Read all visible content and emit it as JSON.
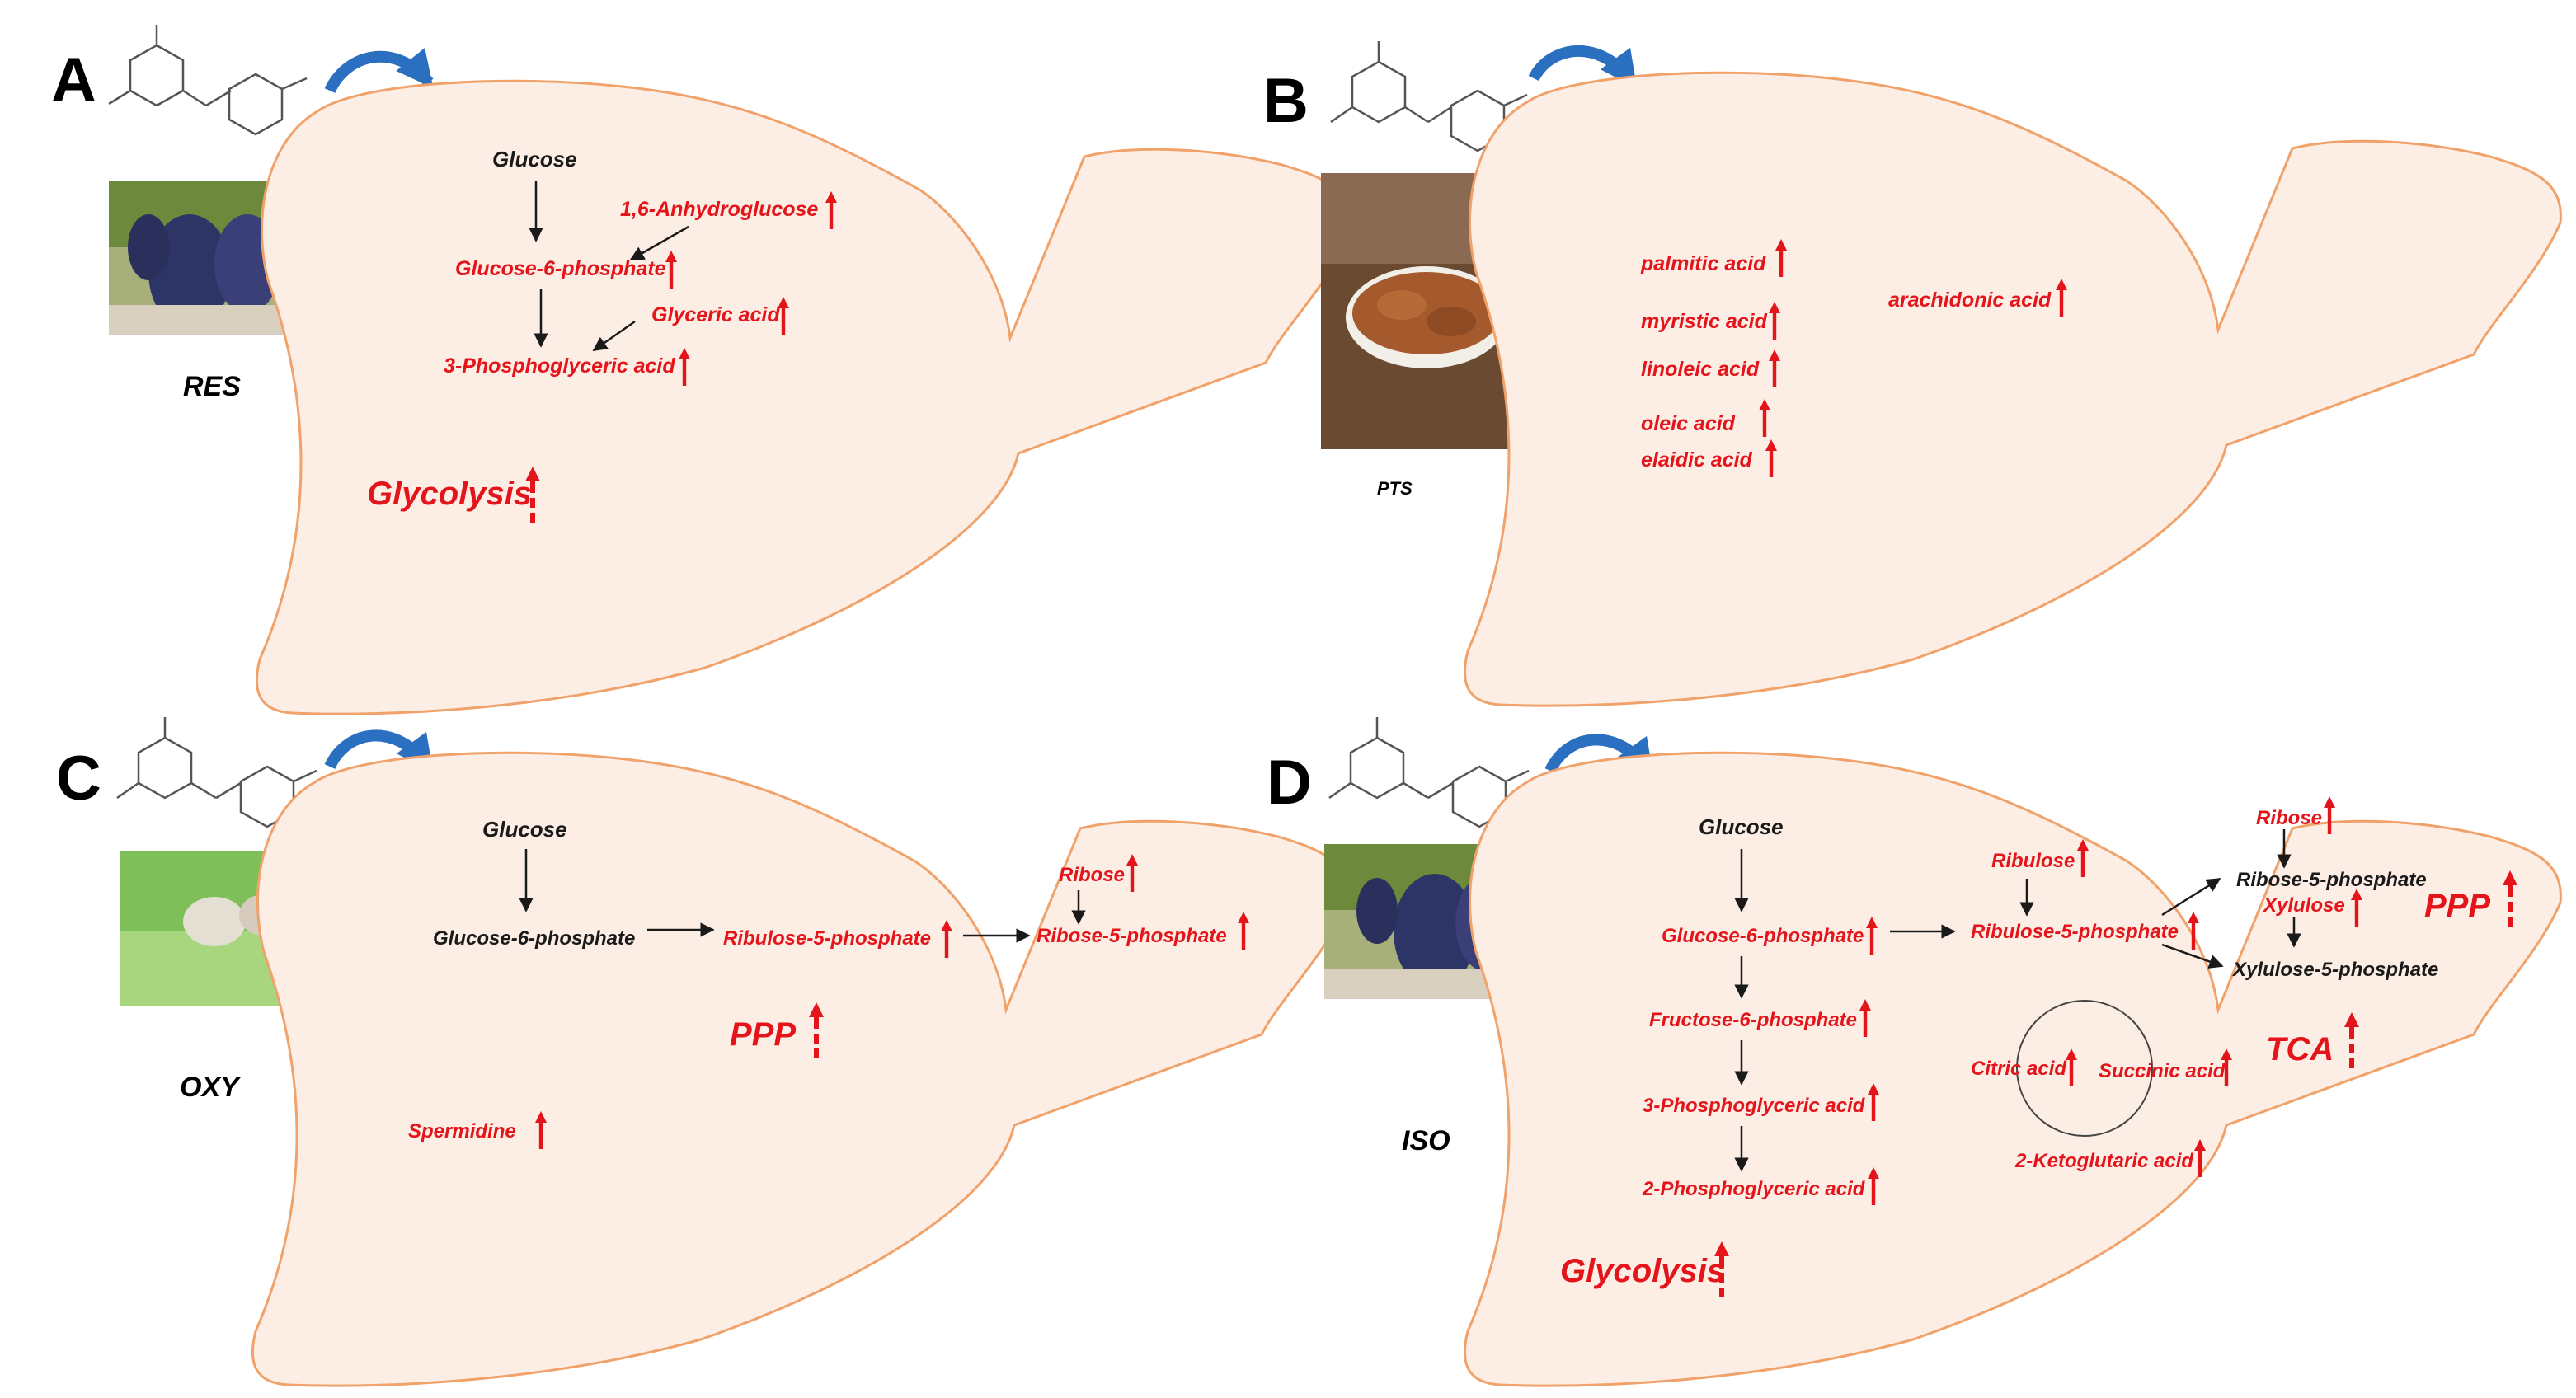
{
  "colors": {
    "liver_fill": "#fdeee5",
    "liver_stroke": "#f0a26a",
    "metabolite_up": "#e4141b",
    "metabolite_neutral": "#1a1a1a",
    "rotate_arrow": "#2a6fc0"
  },
  "panels": [
    {
      "letter": "A",
      "drug": "RES",
      "image": "grapes",
      "metabolites": [
        {
          "text": "Glucose",
          "up": false
        },
        {
          "text": "1,6-Anhydroglucose",
          "up": true
        },
        {
          "text": "Glucose-6-phosphate",
          "up": true
        },
        {
          "text": "Glyceric acid",
          "up": true
        },
        {
          "text": "3-Phosphoglyceric acid",
          "up": true
        }
      ],
      "pathways": [
        {
          "text": "Glycolysis",
          "up": true
        }
      ]
    },
    {
      "letter": "B",
      "drug": "PTS",
      "image": "almonds",
      "metabolites": [
        {
          "text": "palmitic acid",
          "up": true
        },
        {
          "text": "myristic acid",
          "up": true
        },
        {
          "text": "linoleic acid",
          "up": true
        },
        {
          "text": "oleic acid",
          "up": true
        },
        {
          "text": "elaidic acid",
          "up": true
        },
        {
          "text": "arachidonic acid",
          "up": true
        }
      ],
      "pathways": []
    },
    {
      "letter": "C",
      "drug": "OXY",
      "image": "mulberry",
      "metabolites": [
        {
          "text": "Glucose",
          "up": false
        },
        {
          "text": "Glucose-6-phosphate",
          "up": false
        },
        {
          "text": "Ribulose-5-phosphate",
          "up": true
        },
        {
          "text": "Ribose",
          "up": true
        },
        {
          "text": "Ribose-5-phosphate",
          "up": true
        },
        {
          "text": "Spermidine",
          "up": true
        }
      ],
      "pathways": [
        {
          "text": "PPP",
          "up": true
        }
      ]
    },
    {
      "letter": "D",
      "drug": "ISO",
      "image": "grapes",
      "metabolites": [
        {
          "text": "Glucose",
          "up": false
        },
        {
          "text": "Glucose-6-phosphate",
          "up": true
        },
        {
          "text": "Fructose-6-phosphate",
          "up": true
        },
        {
          "text": "3-Phosphoglyceric acid",
          "up": true
        },
        {
          "text": "2-Phosphoglyceric acid",
          "up": true
        },
        {
          "text": "Ribulose",
          "up": true
        },
        {
          "text": "Ribulose-5-phosphate",
          "up": true
        },
        {
          "text": "Ribose",
          "up": true
        },
        {
          "text": "Ribose-5-phosphate",
          "up": false
        },
        {
          "text": "Xylulose",
          "up": true
        },
        {
          "text": "Xylulose-5-phosphate",
          "up": false
        },
        {
          "text": "Citric acid",
          "up": true
        },
        {
          "text": "Succinic acid",
          "up": true
        },
        {
          "text": "2-Ketoglutaric acid",
          "up": true
        }
      ],
      "pathways": [
        {
          "text": "Glycolysis",
          "up": true
        },
        {
          "text": "PPP",
          "up": true
        },
        {
          "text": "TCA",
          "up": true
        }
      ]
    }
  ]
}
